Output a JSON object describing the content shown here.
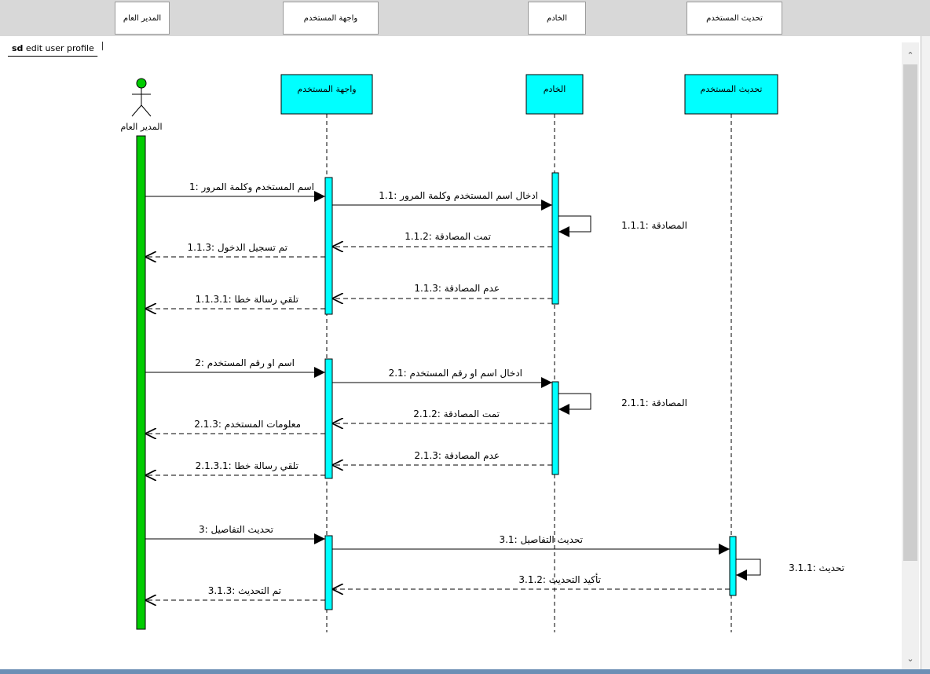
{
  "header": {
    "lifelines": [
      "المدير العام",
      "واجهة المستخدم",
      "الخادم",
      "تحديث المستخدم"
    ]
  },
  "frame": {
    "keyword": "sd",
    "name": "edit user profile"
  },
  "actor": {
    "name": "المدير العام"
  },
  "lifelines": [
    {
      "id": "ui",
      "name": "واجهة المستخدم"
    },
    {
      "id": "server",
      "name": "الخادم"
    },
    {
      "id": "update",
      "name": "تحديث المستخدم"
    }
  ],
  "messages": [
    {
      "text": "1: اسم المستخدم وكلمة المرور"
    },
    {
      "text": "1.1: ادخال اسم المستخدم وكلمة المرور"
    },
    {
      "text": "1.1.1: المصادقة"
    },
    {
      "text": "1.1.2: تمت المصادقة"
    },
    {
      "text": "1.1.3: تم تسجيل الدخول"
    },
    {
      "text": "1.1.3: عدم المصادقة"
    },
    {
      "text": "1.1.3.1: تلقي رسالة خطا"
    },
    {
      "text": "2: اسم او رقم المستخدم"
    },
    {
      "text": "2.1: ادخال اسم او رقم المستخدم"
    },
    {
      "text": "2.1.1: المصادقة"
    },
    {
      "text": "2.1.2: تمت المصادقة"
    },
    {
      "text": "2.1.3: معلومات المستخدم"
    },
    {
      "text": "2.1.3: عدم المصادقة"
    },
    {
      "text": "2.1.3.1: تلقي رسالة خطا"
    },
    {
      "text": "3: تحديث التفاصيل"
    },
    {
      "text": "3.1: تحديث التفاصيل"
    },
    {
      "text": "3.1.1: تحديث"
    },
    {
      "text": "3.1.2: تأكيد التحديث"
    },
    {
      "text": "3.1.3: تم التحديث"
    }
  ],
  "colors": {
    "lifeline_head": "#00ffff",
    "activation": "#00ffff",
    "actor_activation": "#00cc00",
    "actor_head": "#00cc00"
  },
  "icons": {
    "scroll_up": "chevron-up-icon",
    "scroll_down": "chevron-down-icon",
    "actor": "stick-figure-icon"
  }
}
